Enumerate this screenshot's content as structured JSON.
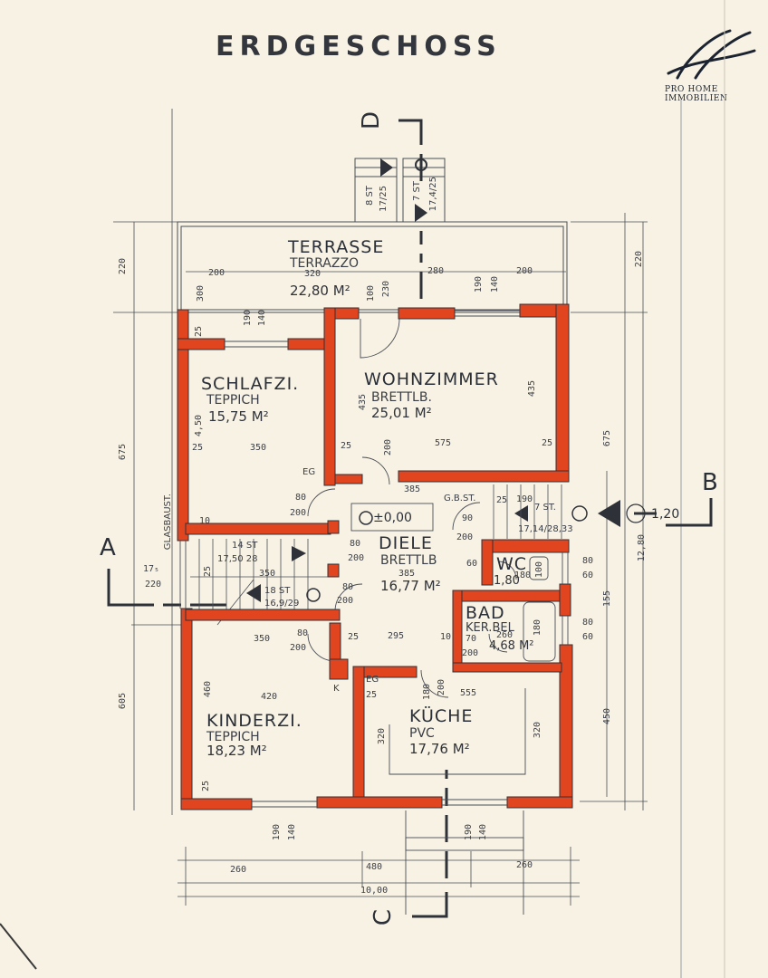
{
  "header": {
    "title": "ERDGESCHOSS",
    "logo_text": "PRO HOME IMMOBILIEN"
  },
  "colors": {
    "wall": "#e0451f",
    "ink": "#33363d",
    "paper": "#f7f2e4"
  },
  "rooms": {
    "terrasse": {
      "name": "TERRASSE",
      "floor": "TERRAZZO",
      "area": "22,80 M²"
    },
    "schlafzi": {
      "name": "SCHLAFZI.",
      "floor": "TEPPICH",
      "area": "15,75 M²"
    },
    "wohnzimmer": {
      "name": "WOHNZIMMER",
      "floor": "BRETTLB.",
      "area": "25,01 M²"
    },
    "diele": {
      "name": "DIELE",
      "floor": "BRETTLB",
      "area": "16,77 M²"
    },
    "wc": {
      "name": "WC",
      "area": "1,80"
    },
    "bad": {
      "name": "BAD",
      "floor": "KER.BEL",
      "area": "4,68 M²"
    },
    "kinderzi": {
      "name": "KINDERZI.",
      "floor": "TEPPICH",
      "area": "18,23 M²"
    },
    "kueche": {
      "name": "KÜCHE",
      "floor": "PVC",
      "area": "17,76 M²"
    }
  },
  "sections": {
    "a": "A",
    "b": "B",
    "c": "C",
    "d": "D"
  },
  "levels": {
    "ground": "±0,00",
    "entry": "-1,20"
  },
  "labels": {
    "glasbaust": "GLASBAUST.",
    "gbst": "G.B.ST.",
    "eg1": "EG",
    "eg2": "EG",
    "k": "K",
    "st14": "14 ST",
    "st14b": "17,50 28",
    "st18": "18 ST",
    "st18b": "16,9/29",
    "st7": "7 ST.",
    "st7b": "17,14/28,33",
    "st8": "8 ST",
    "st8b": "17/25",
    "st7c": "7 ST",
    "st7d": "17,4/25"
  },
  "dims": {
    "d220a": "220",
    "d675a": "675",
    "d605": "605",
    "d220b": "220",
    "d675b": "675",
    "d1280": "12,80",
    "d155": "155",
    "d450": "450",
    "d200a": "200",
    "d320a": "320",
    "d280": "280",
    "d200b": "200",
    "d300": "300",
    "d100": "100",
    "d230": "230",
    "d190a": "190",
    "d140a": "140",
    "d190b": "190",
    "d140b": "140",
    "d25a": "25",
    "d450b": "4,50",
    "d25b": "25",
    "d350a": "350",
    "d435a": "435",
    "d435b": "435",
    "d25c": "25",
    "d575": "575",
    "d25d": "25",
    "d200c": "200",
    "d385a": "385",
    "d80a": "80",
    "d200d": "200",
    "d10a": "10",
    "d90": "90",
    "d200e": "200",
    "d25e": "25",
    "d190c": "190",
    "d17": "17₅",
    "d220c": "220",
    "d25f": "25",
    "d350b": "350",
    "d80b": "80",
    "d385b": "385",
    "d200f": "200",
    "d80c": "80",
    "d200g": "200",
    "d60a": "60",
    "d180a": "180",
    "d100b": "100",
    "d80d": "80",
    "d60b": "60",
    "d80e": "80",
    "d60c": "60",
    "d350c": "350",
    "d80f": "80",
    "d200h": "200",
    "d25g": "25",
    "d295": "295",
    "d10b": "10",
    "d70": "70",
    "d260a": "260",
    "d200i": "200",
    "d180b": "180",
    "d460": "460",
    "d420": "420",
    "d25h": "25",
    "d555": "555",
    "d320b": "320",
    "d320c": "320",
    "d180c": "180",
    "d200j": "200",
    "d25i": "25",
    "d190d": "190",
    "d140c": "140",
    "d190e": "190",
    "d140d": "140",
    "d260b": "260",
    "d480": "480",
    "d260c": "260",
    "d1000": "10,00"
  }
}
